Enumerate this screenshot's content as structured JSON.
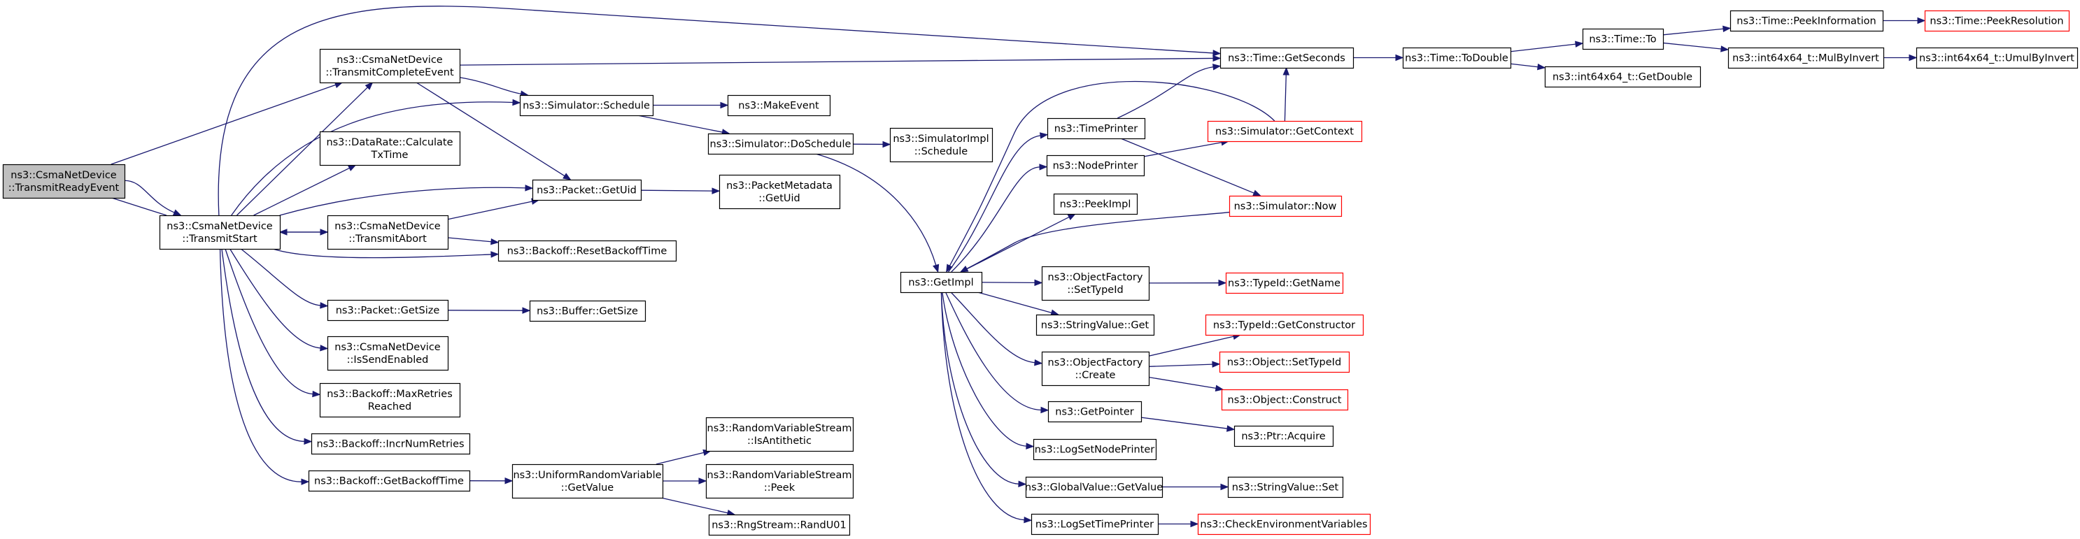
{
  "diagram": {
    "colors": {
      "edge": "#191970",
      "node_border": "#000000",
      "node_fill": "#ffffff",
      "root_fill": "#bfbfbf",
      "external_border": "#ff0000"
    },
    "nodes": [
      {
        "id": "n1",
        "lines": [
          "ns3::CsmaNetDevice",
          "::TransmitReadyEvent"
        ],
        "style": "root"
      },
      {
        "id": "n2",
        "lines": [
          "ns3::CsmaNetDevice",
          "::TransmitStart"
        ],
        "style": "normal"
      },
      {
        "id": "n3",
        "lines": [
          "ns3::CsmaNetDevice",
          "::TransmitCompleteEvent"
        ],
        "style": "normal"
      },
      {
        "id": "n4",
        "lines": [
          "ns3::DataRate::Calculate",
          "TxTime"
        ],
        "style": "normal"
      },
      {
        "id": "n5",
        "lines": [
          "ns3::CsmaNetDevice",
          "::TransmitAbort"
        ],
        "style": "normal"
      },
      {
        "id": "n6",
        "lines": [
          "ns3::Packet::GetSize"
        ],
        "style": "normal"
      },
      {
        "id": "n7",
        "lines": [
          "ns3::CsmaNetDevice",
          "::IsSendEnabled"
        ],
        "style": "normal"
      },
      {
        "id": "n8",
        "lines": [
          "ns3::Backoff::MaxRetries",
          "Reached"
        ],
        "style": "normal"
      },
      {
        "id": "n9",
        "lines": [
          "ns3::Backoff::IncrNumRetries"
        ],
        "style": "normal"
      },
      {
        "id": "n10",
        "lines": [
          "ns3::Backoff::GetBackoffTime"
        ],
        "style": "normal"
      },
      {
        "id": "n11",
        "lines": [
          "ns3::Simulator::Schedule"
        ],
        "style": "normal"
      },
      {
        "id": "n12",
        "lines": [
          "ns3::Packet::GetUid"
        ],
        "style": "normal"
      },
      {
        "id": "n13",
        "lines": [
          "ns3::Backoff::ResetBackoffTime"
        ],
        "style": "normal"
      },
      {
        "id": "n14",
        "lines": [
          "ns3::Buffer::GetSize"
        ],
        "style": "normal"
      },
      {
        "id": "n15",
        "lines": [
          "ns3::UniformRandomVariable",
          "::GetValue"
        ],
        "style": "normal"
      },
      {
        "id": "n16",
        "lines": [
          "ns3::MakeEvent"
        ],
        "style": "normal"
      },
      {
        "id": "n17",
        "lines": [
          "ns3::Simulator::DoSchedule"
        ],
        "style": "normal"
      },
      {
        "id": "n18",
        "lines": [
          "ns3::PacketMetadata",
          "::GetUid"
        ],
        "style": "normal"
      },
      {
        "id": "n19",
        "lines": [
          "ns3::RandomVariableStream",
          "::IsAntithetic"
        ],
        "style": "normal"
      },
      {
        "id": "n20",
        "lines": [
          "ns3::RandomVariableStream",
          "::Peek"
        ],
        "style": "normal"
      },
      {
        "id": "n21",
        "lines": [
          "ns3::RngStream::RandU01"
        ],
        "style": "normal"
      },
      {
        "id": "n22",
        "lines": [
          "ns3::SimulatorImpl",
          "::Schedule"
        ],
        "style": "normal"
      },
      {
        "id": "n23",
        "lines": [
          "ns3::GetImpl"
        ],
        "style": "normal"
      },
      {
        "id": "n24",
        "lines": [
          "ns3::TimePrinter"
        ],
        "style": "normal"
      },
      {
        "id": "n25",
        "lines": [
          "ns3::NodePrinter"
        ],
        "style": "normal"
      },
      {
        "id": "n26",
        "lines": [
          "ns3::PeekImpl"
        ],
        "style": "normal"
      },
      {
        "id": "n27",
        "lines": [
          "ns3::ObjectFactory",
          "::SetTypeId"
        ],
        "style": "normal"
      },
      {
        "id": "n28",
        "lines": [
          "ns3::StringValue::Get"
        ],
        "style": "normal"
      },
      {
        "id": "n29",
        "lines": [
          "ns3::ObjectFactory",
          "::Create"
        ],
        "style": "normal"
      },
      {
        "id": "n30",
        "lines": [
          "ns3::GetPointer"
        ],
        "style": "normal"
      },
      {
        "id": "n31",
        "lines": [
          "ns3::LogSetNodePrinter"
        ],
        "style": "normal"
      },
      {
        "id": "n32",
        "lines": [
          "ns3::GlobalValue::GetValue"
        ],
        "style": "normal"
      },
      {
        "id": "n33",
        "lines": [
          "ns3::LogSetTimePrinter"
        ],
        "style": "normal"
      },
      {
        "id": "n34",
        "lines": [
          "ns3::Time::GetSeconds"
        ],
        "style": "normal"
      },
      {
        "id": "n35",
        "lines": [
          "ns3::Simulator::GetContext"
        ],
        "style": "external"
      },
      {
        "id": "n36",
        "lines": [
          "ns3::Simulator::Now"
        ],
        "style": "external"
      },
      {
        "id": "n37",
        "lines": [
          "ns3::TypeId::GetName"
        ],
        "style": "external"
      },
      {
        "id": "n38",
        "lines": [
          "ns3::TypeId::GetConstructor"
        ],
        "style": "external"
      },
      {
        "id": "n39",
        "lines": [
          "ns3::Object::SetTypeId"
        ],
        "style": "external"
      },
      {
        "id": "n40",
        "lines": [
          "ns3::Object::Construct"
        ],
        "style": "external"
      },
      {
        "id": "n41",
        "lines": [
          "ns3::Ptr::Acquire"
        ],
        "style": "normal"
      },
      {
        "id": "n42",
        "lines": [
          "ns3::StringValue::Set"
        ],
        "style": "normal"
      },
      {
        "id": "n43",
        "lines": [
          "ns3::CheckEnvironmentVariables"
        ],
        "style": "external"
      },
      {
        "id": "n44",
        "lines": [
          "ns3::Time::ToDouble"
        ],
        "style": "normal"
      },
      {
        "id": "n45",
        "lines": [
          "ns3::Time::To"
        ],
        "style": "normal"
      },
      {
        "id": "n46",
        "lines": [
          "ns3::int64x64_t::GetDouble"
        ],
        "style": "normal"
      },
      {
        "id": "n47",
        "lines": [
          "ns3::Time::PeekInformation"
        ],
        "style": "normal"
      },
      {
        "id": "n48",
        "lines": [
          "ns3::int64x64_t::MulByInvert"
        ],
        "style": "normal"
      },
      {
        "id": "n49",
        "lines": [
          "ns3::Time::PeekResolution"
        ],
        "style": "external"
      },
      {
        "id": "n50",
        "lines": [
          "ns3::int64x64_t::UmulByInvert"
        ],
        "style": "normal"
      }
    ],
    "edges": [
      {
        "from": "n1",
        "to": "n2"
      },
      {
        "from": "n2",
        "to": "n1"
      },
      {
        "from": "n1",
        "to": "n3"
      },
      {
        "from": "n2",
        "to": "n3"
      },
      {
        "from": "n2",
        "to": "n4"
      },
      {
        "from": "n2",
        "to": "n5"
      },
      {
        "from": "n5",
        "to": "n2"
      },
      {
        "from": "n2",
        "to": "n6"
      },
      {
        "from": "n2",
        "to": "n7"
      },
      {
        "from": "n2",
        "to": "n8"
      },
      {
        "from": "n2",
        "to": "n9"
      },
      {
        "from": "n2",
        "to": "n10"
      },
      {
        "from": "n2",
        "to": "n11"
      },
      {
        "from": "n2",
        "to": "n12"
      },
      {
        "from": "n2",
        "to": "n13"
      },
      {
        "from": "n2",
        "to": "n34"
      },
      {
        "from": "n3",
        "to": "n34"
      },
      {
        "from": "n3",
        "to": "n11"
      },
      {
        "from": "n3",
        "to": "n12"
      },
      {
        "from": "n5",
        "to": "n12"
      },
      {
        "from": "n5",
        "to": "n13"
      },
      {
        "from": "n6",
        "to": "n14"
      },
      {
        "from": "n10",
        "to": "n15"
      },
      {
        "from": "n11",
        "to": "n16"
      },
      {
        "from": "n11",
        "to": "n17"
      },
      {
        "from": "n12",
        "to": "n18"
      },
      {
        "from": "n15",
        "to": "n19"
      },
      {
        "from": "n15",
        "to": "n20"
      },
      {
        "from": "n15",
        "to": "n21"
      },
      {
        "from": "n17",
        "to": "n22"
      },
      {
        "from": "n17",
        "to": "n23"
      },
      {
        "from": "n23",
        "to": "n24"
      },
      {
        "from": "n23",
        "to": "n25"
      },
      {
        "from": "n23",
        "to": "n26"
      },
      {
        "from": "n23",
        "to": "n27"
      },
      {
        "from": "n23",
        "to": "n28"
      },
      {
        "from": "n23",
        "to": "n29"
      },
      {
        "from": "n23",
        "to": "n30"
      },
      {
        "from": "n23",
        "to": "n31"
      },
      {
        "from": "n23",
        "to": "n32"
      },
      {
        "from": "n23",
        "to": "n33"
      },
      {
        "from": "n35",
        "to": "n23"
      },
      {
        "from": "n36",
        "to": "n23"
      },
      {
        "from": "n24",
        "to": "n34"
      },
      {
        "from": "n24",
        "to": "n36"
      },
      {
        "from": "n25",
        "to": "n35"
      },
      {
        "from": "n35",
        "to": "n34"
      },
      {
        "from": "n27",
        "to": "n37"
      },
      {
        "from": "n29",
        "to": "n38"
      },
      {
        "from": "n29",
        "to": "n39"
      },
      {
        "from": "n29",
        "to": "n40"
      },
      {
        "from": "n30",
        "to": "n41"
      },
      {
        "from": "n32",
        "to": "n42"
      },
      {
        "from": "n33",
        "to": "n43"
      },
      {
        "from": "n34",
        "to": "n44"
      },
      {
        "from": "n44",
        "to": "n45"
      },
      {
        "from": "n44",
        "to": "n46"
      },
      {
        "from": "n45",
        "to": "n47"
      },
      {
        "from": "n45",
        "to": "n48"
      },
      {
        "from": "n47",
        "to": "n49"
      },
      {
        "from": "n48",
        "to": "n50"
      }
    ]
  }
}
